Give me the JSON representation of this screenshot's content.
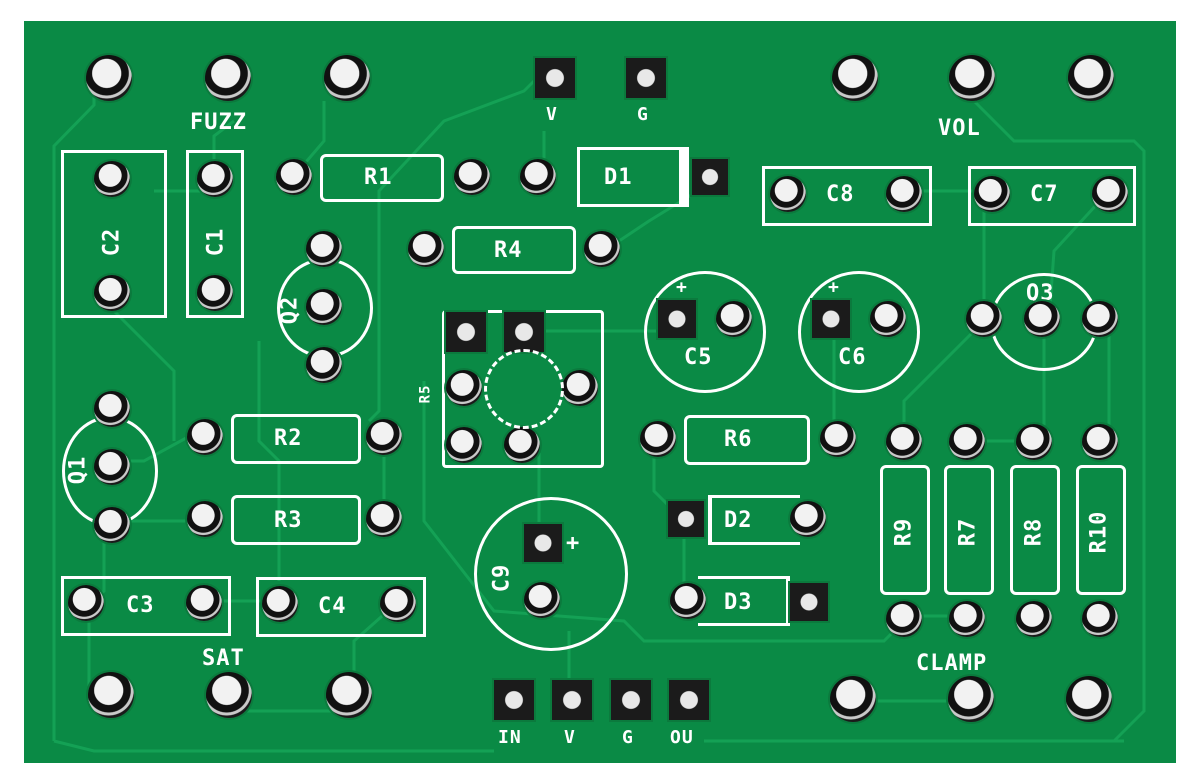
{
  "board": {
    "color": "#0a8a45",
    "silkscreen_color": "#ffffff",
    "pots": [
      {
        "name": "FUZZ",
        "label": "FUZZ"
      },
      {
        "name": "VOL",
        "label": "VOL"
      },
      {
        "name": "SAT",
        "label": "SAT"
      },
      {
        "name": "CLAMP",
        "label": "CLAMP"
      }
    ],
    "power_top": [
      {
        "label": "V"
      },
      {
        "label": "G"
      }
    ],
    "io_bottom": [
      {
        "label": "IN"
      },
      {
        "label": "V"
      },
      {
        "label": "G"
      },
      {
        "label": "OU"
      }
    ],
    "components": {
      "capacitors": [
        "C1",
        "C2",
        "C3",
        "C4",
        "C5",
        "C6",
        "C7",
        "C8",
        "C9"
      ],
      "resistors": [
        "R1",
        "R2",
        "R3",
        "R4",
        "R6",
        "R7",
        "R8",
        "R9",
        "R10"
      ],
      "trimmer": "R5",
      "diodes": [
        "D1",
        "D2",
        "D3"
      ],
      "transistors": [
        "Q1",
        "Q2",
        "Q3"
      ],
      "polarity_mark": "+"
    }
  }
}
